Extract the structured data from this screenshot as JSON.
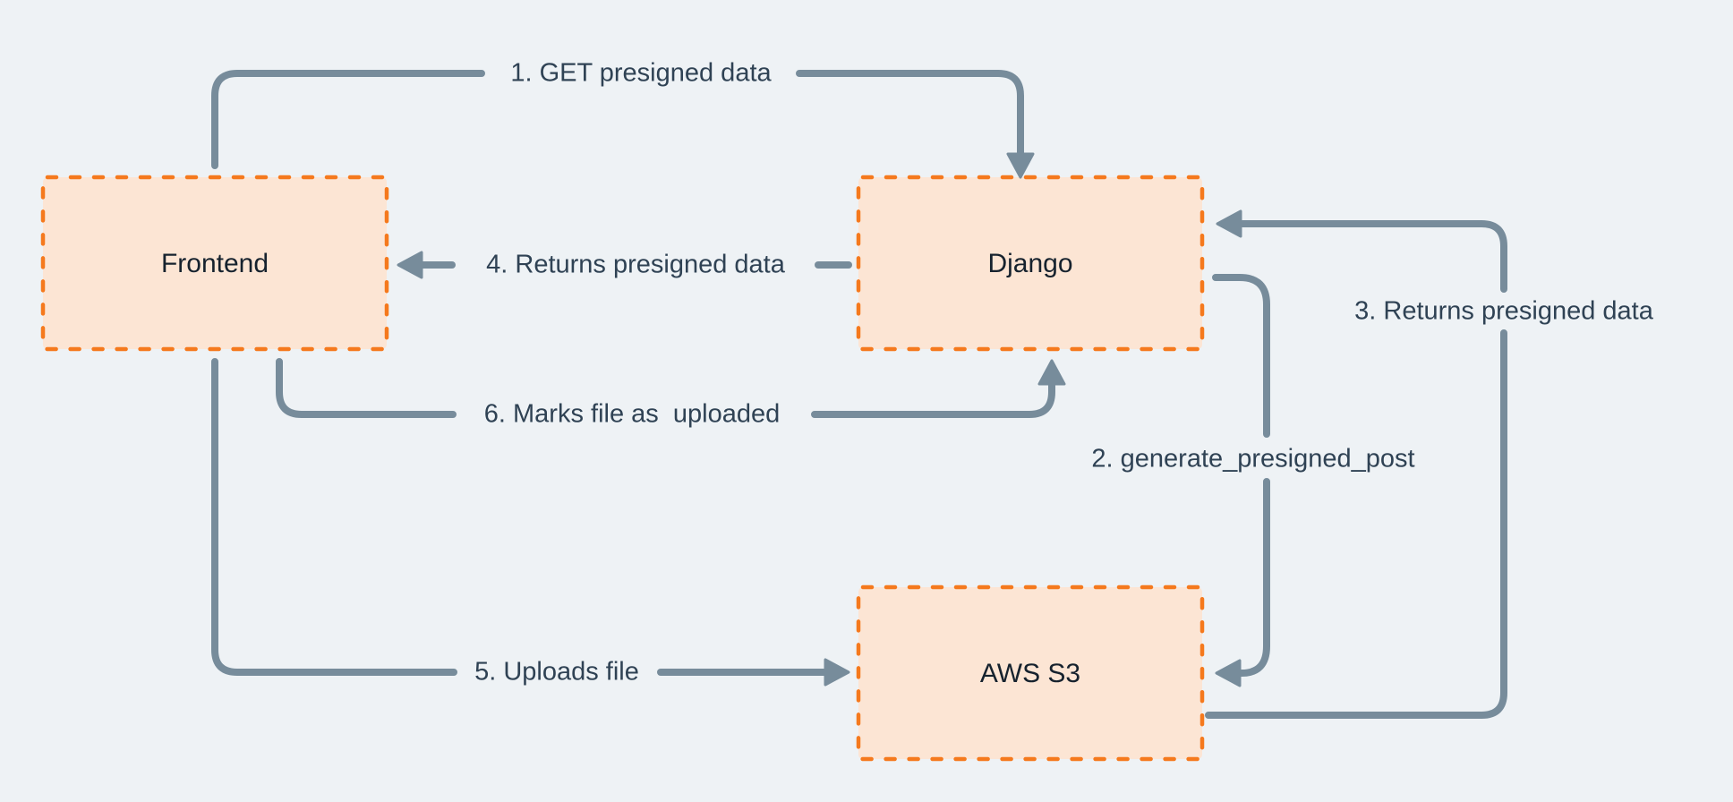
{
  "colors": {
    "background": "#eef2f5",
    "arrow": "#778c9b",
    "label_text": "#2f4254",
    "node_fill": "#fce5d4",
    "node_border": "#f5791d",
    "node_text": "#16222e"
  },
  "diagram": {
    "nodes": [
      {
        "id": "frontend",
        "label": "Frontend"
      },
      {
        "id": "django",
        "label": "Django"
      },
      {
        "id": "aws_s3",
        "label": "AWS S3"
      }
    ],
    "edges": [
      {
        "step": "1",
        "label": "1. GET presigned data",
        "from": "Frontend",
        "to": "Django"
      },
      {
        "step": "2",
        "label": "2. generate_presigned_post",
        "from": "Django",
        "to": "AWS S3"
      },
      {
        "step": "3",
        "label": "3. Returns presigned data",
        "from": "AWS S3",
        "to": "Django"
      },
      {
        "step": "4",
        "label": "4. Returns presigned data",
        "from": "Django",
        "to": "Frontend"
      },
      {
        "step": "5",
        "label": "5. Uploads file",
        "from": "Frontend",
        "to": "AWS S3"
      },
      {
        "step": "6",
        "label": "6. Marks file as  uploaded",
        "from": "Frontend",
        "to": "Django"
      }
    ]
  }
}
